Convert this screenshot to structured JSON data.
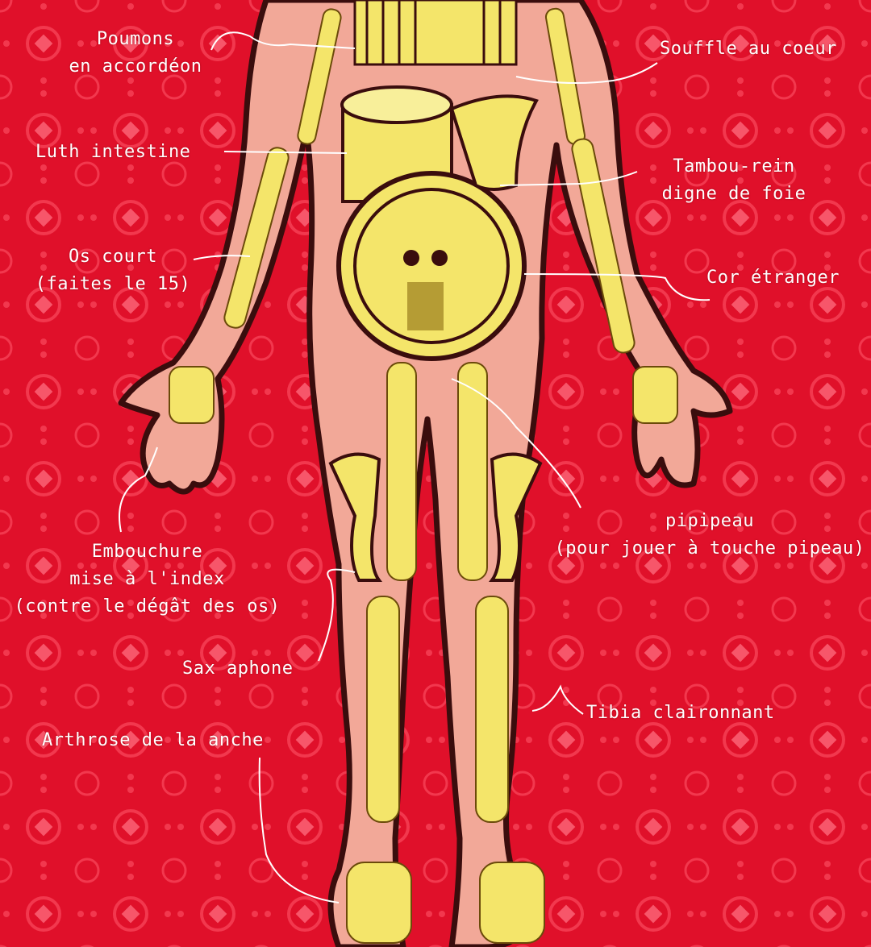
{
  "colors": {
    "background": "#e0102a",
    "pattern": "#f2384e",
    "skin": "#f2a898",
    "brass": "#f4e56a",
    "outline": "#3a0d0d",
    "label": "#ffffff"
  },
  "labels": {
    "poumons": [
      "Poumons",
      "en accordéon"
    ],
    "souffle": "Souffle au coeur",
    "luth": "Luth intestine",
    "tambou": [
      "Tambou-rein",
      "digne de foie"
    ],
    "os_court": [
      "Os court",
      "(faites le 15)"
    ],
    "cor": "Cor étranger",
    "pipipeau": [
      "pipipeau",
      "(pour jouer à touche pipeau)"
    ],
    "embouchure": [
      "Embouchure",
      "mise à l'index",
      "(contre le dégât des os)"
    ],
    "sax": "Sax aphone",
    "tibia": "Tibia claironnant",
    "arthrose": "Arthrose de la anche"
  }
}
